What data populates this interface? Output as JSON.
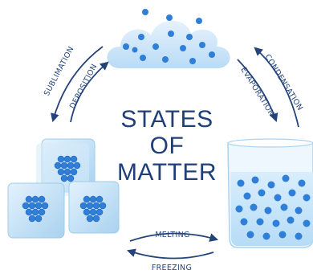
{
  "title": {
    "line1": "STATES",
    "line2": "OF",
    "line3": "MATTER"
  },
  "transitions": {
    "sublimation": "SUBLIMATION",
    "deposition": "DEPOSITION",
    "condensation": "CONDENSATION",
    "evaporation": "EVAPORATION",
    "melting": "MELTING",
    "freezing": "FREEZING"
  },
  "colors": {
    "title": "#1f3f78",
    "arrow": "#23447a",
    "particle": "#2f7fd8",
    "cloud": "#cfe6fa",
    "ice": "#bfe0f6",
    "water": "#cfe8fb"
  },
  "states": [
    "gas-cloud",
    "solid-ice-cubes",
    "liquid-water-beaker"
  ]
}
